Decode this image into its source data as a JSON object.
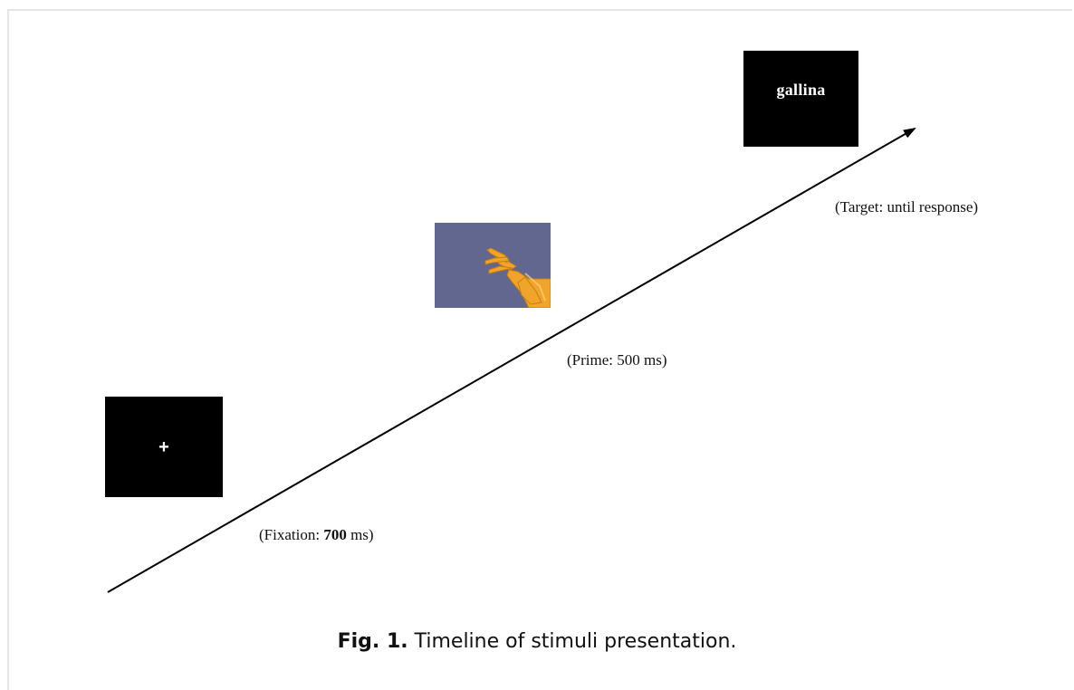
{
  "fixation": {
    "symbol": "+",
    "label_prefix": "(Fixation: ",
    "label_duration": "700",
    "label_suffix": " ms)"
  },
  "prime": {
    "label_prefix": "(Prime: ",
    "label_duration": "500",
    "label_suffix": " ms)"
  },
  "target": {
    "word": "gallina",
    "label_prefix": "(Target: ",
    "label_duration": "until response",
    "label_suffix": ")"
  },
  "caption": {
    "label": "Fig. 1.",
    "text": "Timeline of stimuli presentation."
  },
  "colors": {
    "stimulus_background": "#000000",
    "stimulus_text": "#ffffff",
    "prime_background": "#5a5f87",
    "prime_hand": "#f0a52a"
  }
}
